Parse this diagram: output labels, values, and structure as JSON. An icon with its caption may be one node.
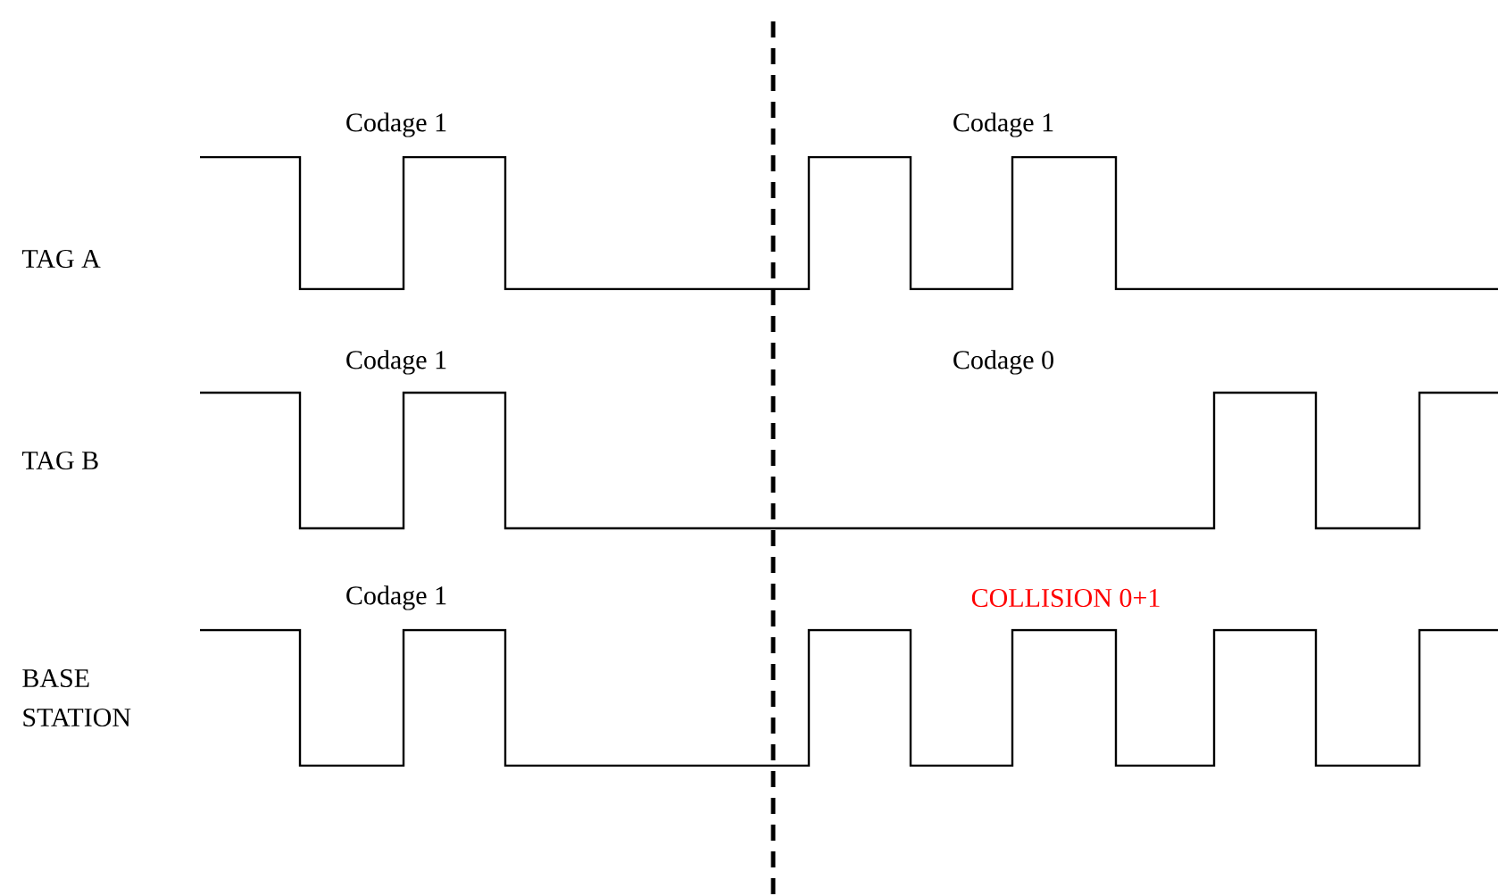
{
  "diagram": {
    "labels": [
      "Codage 1",
      "Codage 1",
      "TAG A",
      "Codage 1",
      "Codage 0",
      "TAG B",
      "Codage 1",
      "COLLISION 0+1",
      "BASE STATION"
    ]
  }
}
